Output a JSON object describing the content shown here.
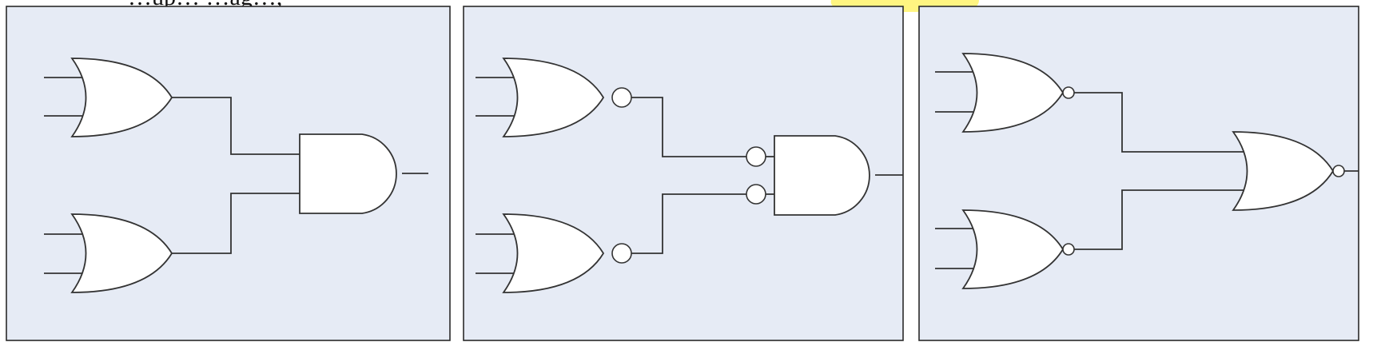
{
  "caption": {
    "visible_text": "…up… …ag…,",
    "highlight_color": "#fff36b"
  },
  "panels": [
    {
      "id": "panel-1",
      "upper_gate": "or",
      "lower_gate": "or",
      "output_gate": "and",
      "inverted_inputs": false,
      "inverted_output": false
    },
    {
      "id": "panel-2",
      "upper_gate": "nor",
      "lower_gate": "nor",
      "output_gate": "and",
      "inverted_inputs": true,
      "inverted_output": false
    },
    {
      "id": "panel-3",
      "upper_gate": "nor",
      "lower_gate": "nor",
      "output_gate": "nor",
      "inverted_inputs": false,
      "inverted_output": true
    }
  ],
  "colors": {
    "panel_fill": "#e6ebf5",
    "panel_border": "#2a2a2a",
    "wire": "#333333",
    "gate_fill": "#ffffff"
  }
}
